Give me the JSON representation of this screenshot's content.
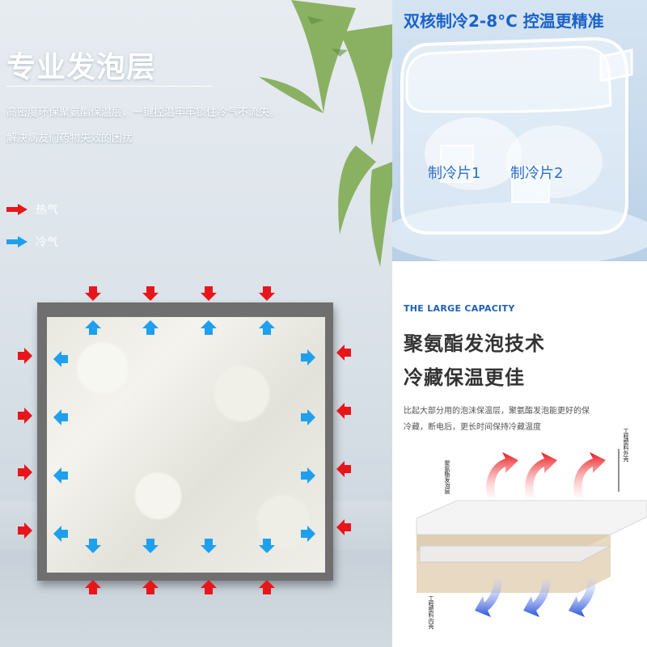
{
  "left_panel": {
    "title": "专业发泡层",
    "description_line1": "高密度环保聚氨酯保温层，一键控温牢牢锁住冷气不流失。",
    "description_line2": "解决病友们药物失效的困扰",
    "legend": [
      {
        "label": "热气",
        "color": "#e8161b"
      },
      {
        "label": "冷气",
        "color": "#1ea0ee"
      }
    ],
    "box_color": "#6f6f6f"
  },
  "top_right_panel": {
    "title": "双核制冷2-8°C 控温更精准",
    "chips": [
      "制冷片1",
      "制冷片2"
    ],
    "accent": "#1a62c9"
  },
  "bottom_right_panel": {
    "kicker": "THE LARGE CAPACITY",
    "heading_line1": "聚氨酯发泡技术",
    "heading_line2": "冷藏保温更佳",
    "body_line1": "比起大部分用的泡沫保温层，聚氨酯发泡能更好的保",
    "body_line2": "冷藏，断电后，更长时间保持冷藏温度",
    "layer_labels": {
      "outer": "工程塑料外壳",
      "foam": "聚氨酯发泡层",
      "inner": "工程塑料内壳"
    }
  }
}
